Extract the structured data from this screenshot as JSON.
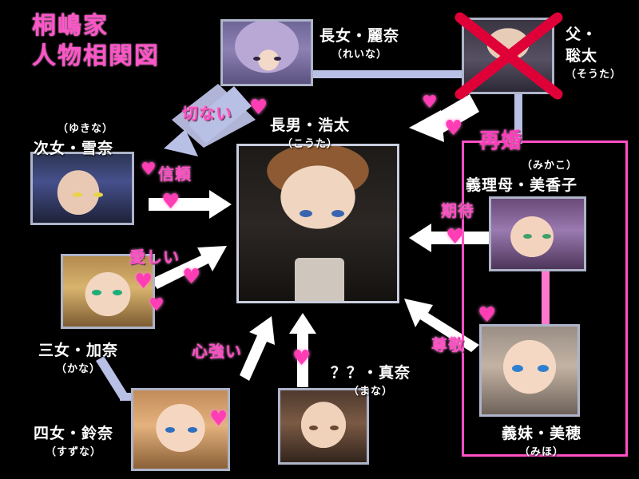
{
  "title": {
    "line1": "桐嶋家",
    "line2": "人物相関図"
  },
  "characters": [
    {
      "id": "reina",
      "name": "長女・麗奈",
      "ruby": "（れいな）"
    },
    {
      "id": "souta",
      "name": "父・\n聡太",
      "name_l1": "父・",
      "name_l2": "聡太",
      "ruby": "（そうた）"
    },
    {
      "id": "yukina",
      "name": "次女・雪奈",
      "ruby": "（ゆきな）"
    },
    {
      "id": "kouta",
      "name": "長男・浩太",
      "ruby": "（こうた）"
    },
    {
      "id": "mikako",
      "name": "義理母・美香子",
      "ruby": "（みかこ）"
    },
    {
      "id": "kana",
      "name": "三女・加奈",
      "ruby": "（かな）"
    },
    {
      "id": "suzuna",
      "name": "四女・鈴奈",
      "ruby": "（すずな）"
    },
    {
      "id": "mana",
      "name": "？？・真奈",
      "ruby": "（まな）"
    },
    {
      "id": "miho",
      "name": "義妹・美穂",
      "ruby": "（みほ）"
    }
  ],
  "relations": [
    {
      "id": "setsunai",
      "label": "切ない",
      "from": "reina",
      "to": "kouta"
    },
    {
      "id": "shinrai",
      "label": "信頼",
      "from": "yukina",
      "to": "kouta"
    },
    {
      "id": "itoshii",
      "label": "愛しい",
      "from": "kana",
      "to": "kouta"
    },
    {
      "id": "kokoroduyoi",
      "label": "心強い",
      "from": "suzuna",
      "to": "kouta"
    },
    {
      "id": "kitai",
      "label": "期待",
      "from": "mikako",
      "to": "kouta"
    },
    {
      "id": "sonkei",
      "label": "尊敬",
      "from": "miho",
      "to": "kouta"
    },
    {
      "id": "saikon",
      "label": "再婚",
      "from": "souta",
      "to": "mikako"
    }
  ],
  "colors": {
    "accent_pink": "#ff4fc4",
    "line_blue": "#c3c9ef",
    "frame_gray": "#aeb4c9",
    "background": "#000000",
    "cross_red": "#e00038"
  },
  "icons": {
    "heart": "♥",
    "cross": "deceased-cross"
  }
}
